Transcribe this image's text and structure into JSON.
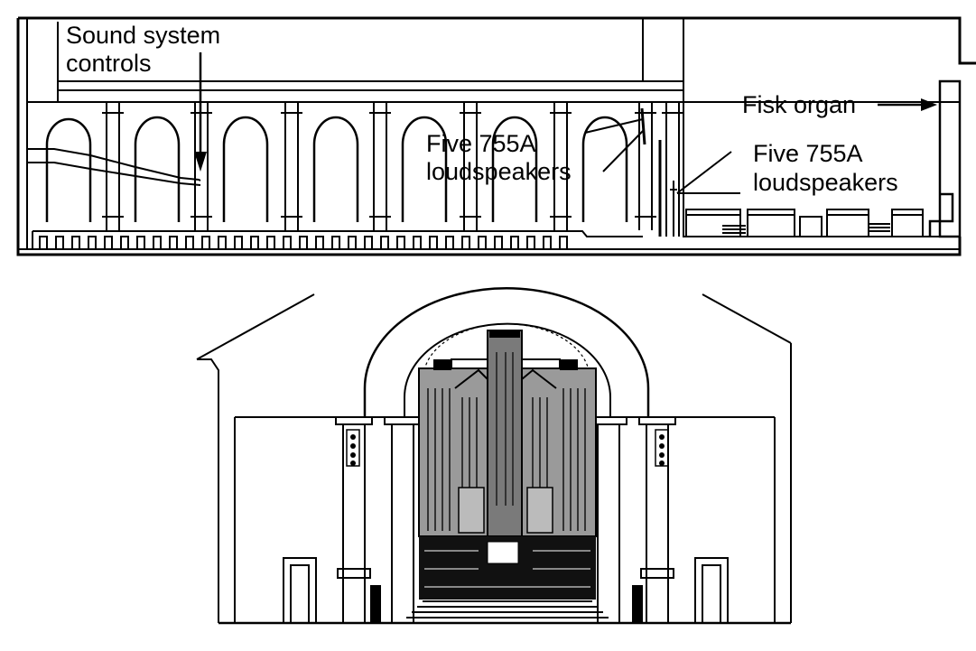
{
  "labels": {
    "sound_system_line1": "Sound system",
    "sound_system_line2": "controls",
    "speakers_a_line1": "Five 755A",
    "speakers_a_line2": "loudspeakers",
    "fisk_organ": "Fisk organ",
    "speakers_b_line1": "Five 755A",
    "speakers_b_line2": "loudspeakers"
  },
  "colors": {
    "ink": "#000000",
    "paper": "#ffffff",
    "organ_gray": "#8a8a8a"
  }
}
